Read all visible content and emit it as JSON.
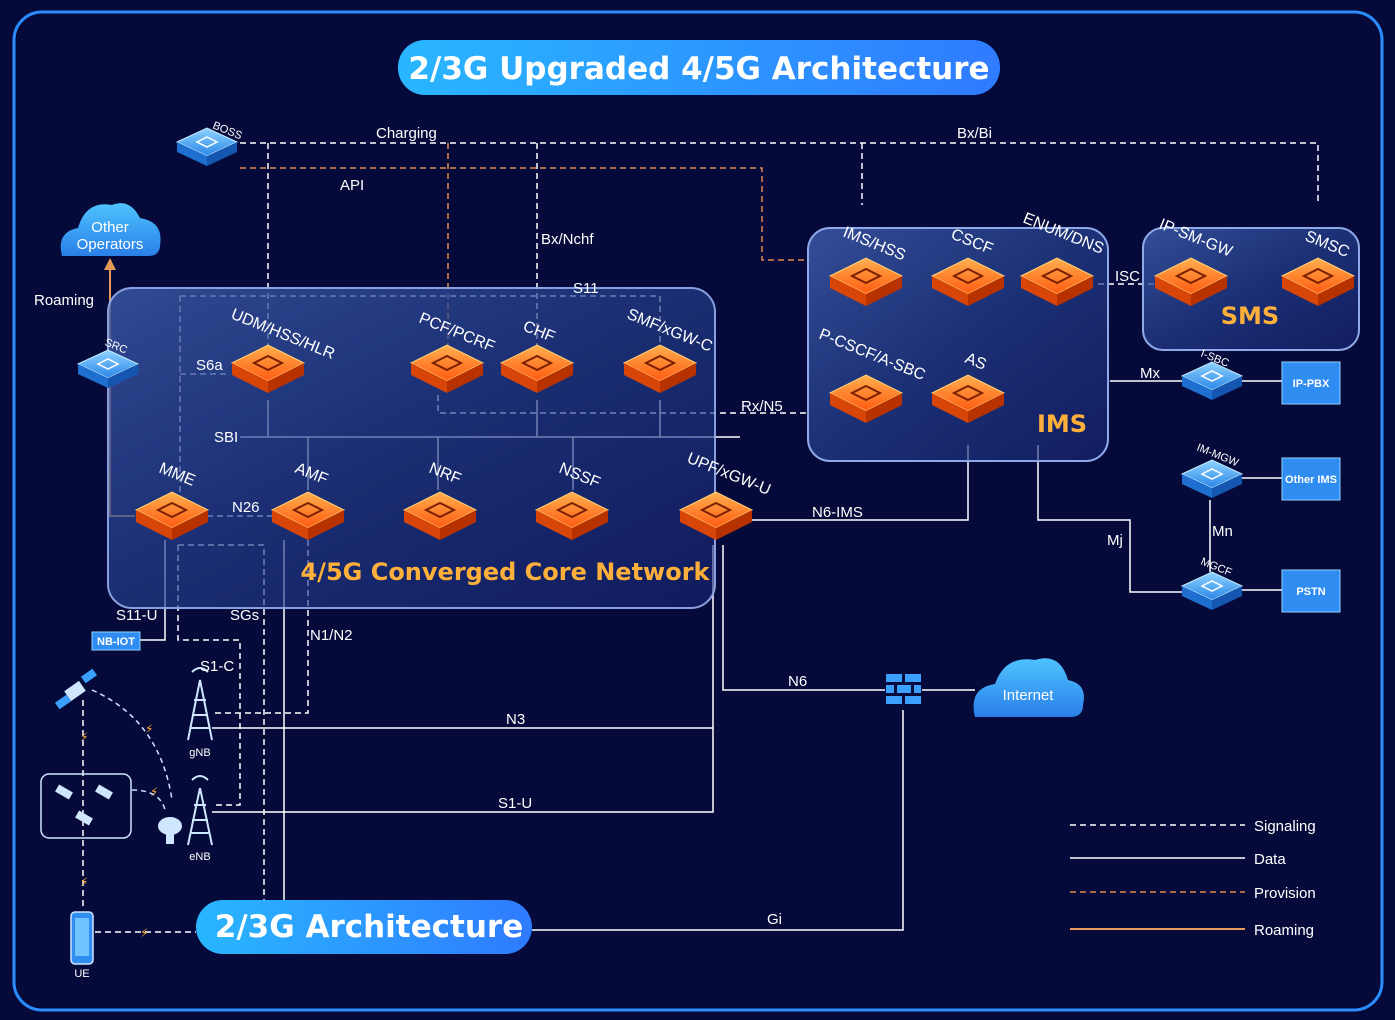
{
  "title": "2/3G Upgraded 4/5G Architecture",
  "bottom_title": "2/3G Architecture",
  "core_label": "4/5G Converged Core Network",
  "ims_label": "IMS",
  "sms_label": "SMS",
  "colors": {
    "background": "#050a3a",
    "frame": "#2a8cff",
    "pill": "#2fa3ff",
    "signaling": "#ffffff",
    "provision": "#e08a4a",
    "roaming": "#e59a5a",
    "node_orange": "#ff6a1a",
    "node_blue": "#3aa0ff",
    "core_text": "#ffb03a"
  },
  "nodes": {
    "boss": "BOSS",
    "src": "SRC",
    "udm": "UDM/HSS/HLR",
    "pcf": "PCF/PCRF",
    "chf": "CHF",
    "smf": "SMF/xGW-C",
    "mme": "MME",
    "amf": "AMF",
    "nrf": "NRF",
    "nssf": "NSSF",
    "upf": "UPF/xGW-U",
    "ims_hss": "IMS/HSS",
    "cscf": "CSCF",
    "enum": "ENUM/DNS",
    "pcscf": "P-CSCF/A-SBC",
    "as": "AS",
    "ipsmgw": "IP-SM-GW",
    "smsc": "SMSC",
    "isbc": "I-SBC",
    "immgw": "IM-MGW",
    "mgcf": "MGCF",
    "ip_pbx": "IP-PBX",
    "other_ims": "Other IMS",
    "pstn": "PSTN",
    "internet": "Internet",
    "other_operators_1": "Other",
    "other_operators_2": "Operators",
    "nb_iot": "NB-IOT",
    "gnb": "gNB",
    "enb": "eNB",
    "ue": "UE"
  },
  "links": {
    "charging": "Charging",
    "api": "API",
    "bx_bi": "Bx/Bi",
    "bx_nchf": "Bx/Nchf",
    "s11": "S11",
    "s6a": "S6a",
    "rx_n5": "Rx/N5",
    "sbi": "SBI",
    "n26": "N26",
    "n6_ims": "N6-IMS",
    "isc": "ISC",
    "mx": "Mx",
    "mn": "Mn",
    "mj": "Mj",
    "s11_u": "S11-U",
    "sgs": "SGs",
    "n1_n2": "N1/N2",
    "s1_c": "S1-C",
    "n3": "N3",
    "s1_u": "S1-U",
    "n6": "N6",
    "gi": "Gi",
    "roaming": "Roaming"
  },
  "legend": [
    {
      "label": "Signaling",
      "style": "dashed",
      "color": "#ffffff"
    },
    {
      "label": "Data",
      "style": "solid",
      "color": "#ffffff"
    },
    {
      "label": "Provision",
      "style": "dashed",
      "color": "#e08a4a"
    },
    {
      "label": "Roaming",
      "style": "solid",
      "color": "#e59a5a"
    }
  ]
}
